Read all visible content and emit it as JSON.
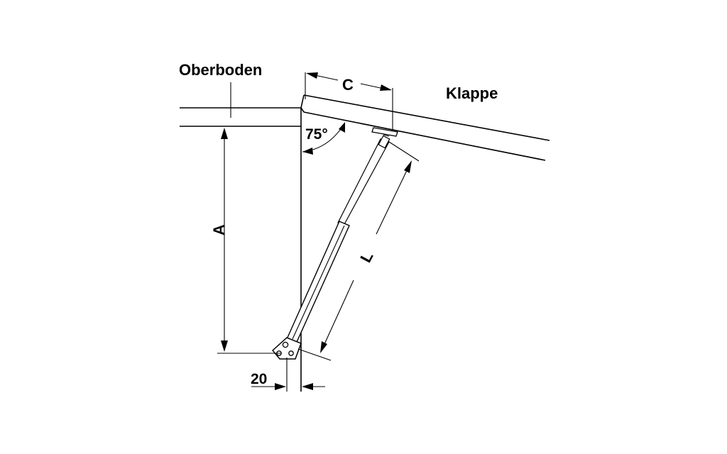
{
  "labels": {
    "oberboden": "Oberboden",
    "klappe": "Klappe",
    "angle": "75°",
    "dim_c": "C",
    "dim_a": "A",
    "dim_l": "L",
    "dim_20": "20"
  },
  "colors": {
    "ink": "#000000",
    "background": "#ffffff"
  }
}
